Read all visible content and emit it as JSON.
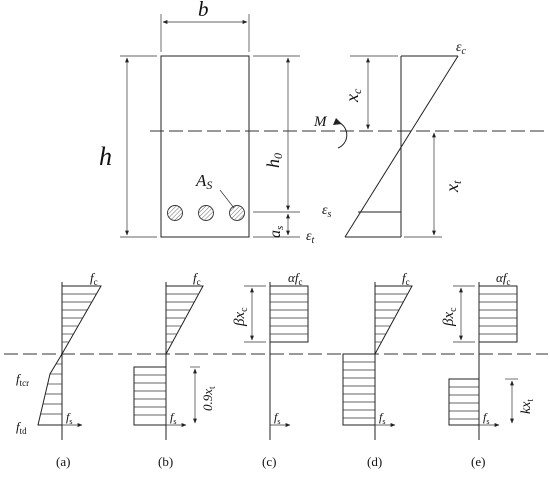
{
  "section": {
    "width_label": "b",
    "height_label": "h",
    "effective_depth_label": "h",
    "effective_depth_sub": "0",
    "steel_area_label": "A",
    "steel_area_sub": "S",
    "cover_label": "a",
    "cover_sub": "s",
    "moment_label": "M"
  },
  "strain": {
    "compression_label": "ε",
    "compression_sub": "c",
    "steel_label": "ε",
    "steel_sub": "s",
    "tension_label": "ε",
    "tension_sub": "t",
    "xc_label": "x",
    "xc_sub": "c",
    "xt_label": "x",
    "xt_sub": "t"
  },
  "stress_panels": [
    {
      "caption": "(a)",
      "top_label": "f",
      "top_sub": "c",
      "mid_label": "f",
      "mid_sub": "tcr",
      "bottom_label": "f",
      "bottom_sub": "td",
      "steel_label": "f",
      "steel_sub": "s"
    },
    {
      "caption": "(b)",
      "top_label": "f",
      "top_sub": "c",
      "depth_label": "0.9x",
      "depth_sub": "t",
      "steel_label": "f",
      "steel_sub": "s"
    },
    {
      "caption": "(c)",
      "top_label": "αf",
      "top_sub": "c",
      "depth_label": "βx",
      "depth_sub": "c",
      "steel_label": "f",
      "steel_sub": "s"
    },
    {
      "caption": "(d)",
      "top_label": "f",
      "top_sub": "c",
      "steel_label": "f",
      "steel_sub": "s"
    },
    {
      "caption": "(e)",
      "top_label": "αf",
      "top_sub": "c",
      "depth_label": "βx",
      "depth_sub": "c",
      "bottom_depth_label": "kx",
      "bottom_depth_sub": "t",
      "steel_label": "f",
      "steel_sub": "s"
    }
  ]
}
